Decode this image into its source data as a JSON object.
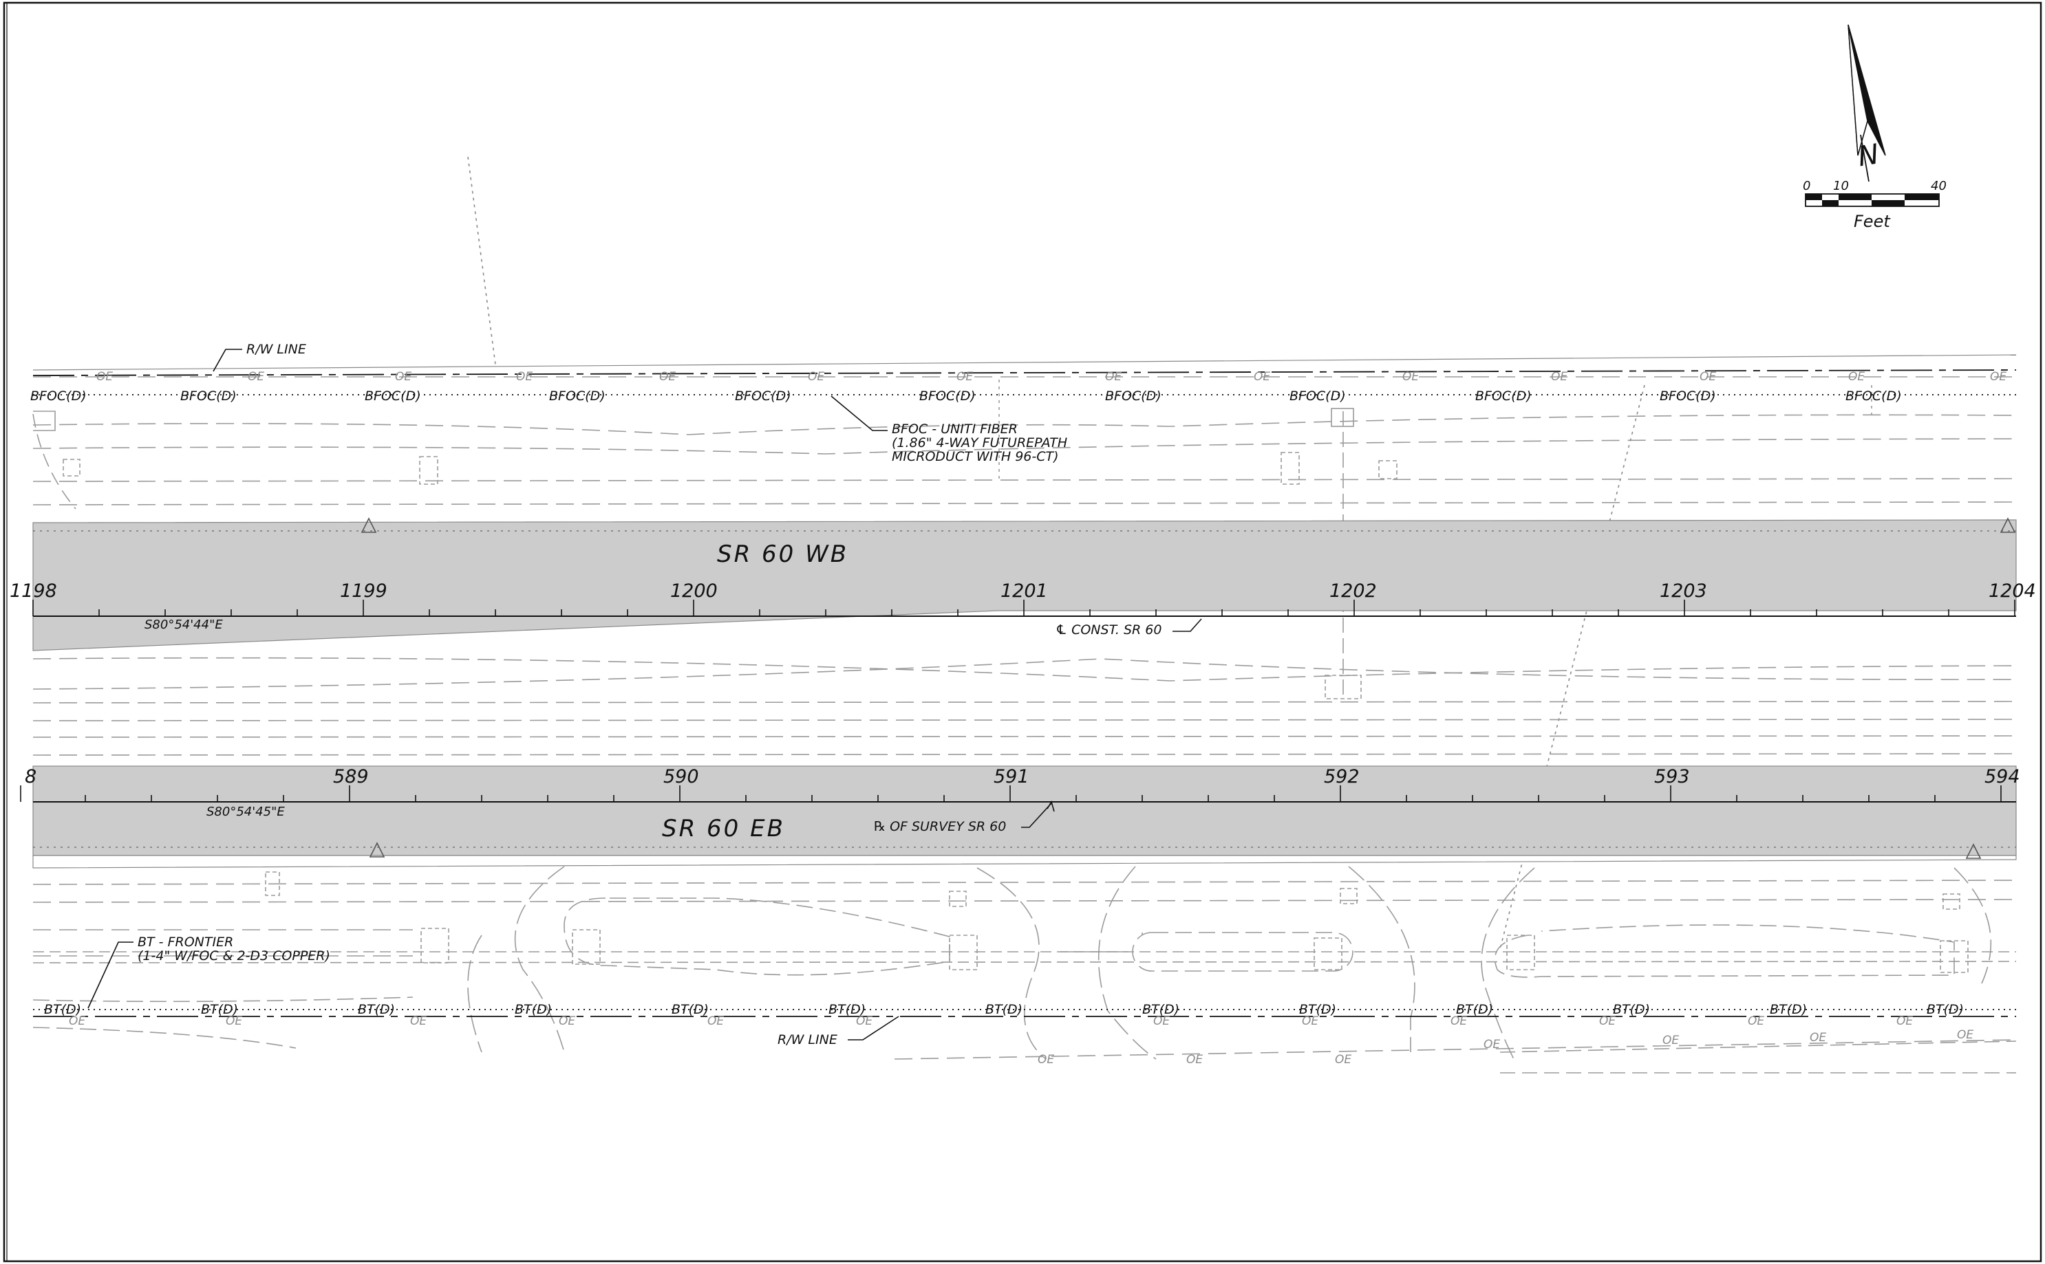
{
  "row_labels": {
    "wb_road": "SR 60 WB",
    "eb_road": "SR 60 EB"
  },
  "stations_top": [
    "1198",
    "1199",
    "1200",
    "1201",
    "1202",
    "1203",
    "1204"
  ],
  "stations_bottom": [
    "8",
    "589",
    "590",
    "591",
    "592",
    "593",
    "594"
  ],
  "bearings": {
    "top": "S80°54'44\"E",
    "bottom": "S80°54'45\"E"
  },
  "callouts": {
    "rw_top": "R/W LINE",
    "rw_bottom": "R/W LINE",
    "const_cl": "℄ CONST. SR 60",
    "survey_cl": "℞ OF SURVEY SR 60",
    "bfoc_1": "BFOC - UNITI FIBER",
    "bfoc_2": "(1.86\" 4-WAY FUTUREPATH",
    "bfoc_3": "MICRODUCT WITH 96-CT)",
    "bt_1": "BT - FRONTIER",
    "bt_2": "(1-4\" W/FOC & 2-D3 COPPER)"
  },
  "utility_tags": {
    "bfoc": "BFOC(D)",
    "bt": "BT(D)",
    "oe": "OE"
  },
  "scale_bar": {
    "label_0": "0",
    "label_10": "10",
    "label_40": "40",
    "units": "Feet"
  },
  "north_arrow": {
    "letter": "N"
  },
  "colors": {
    "road_fill": "#cccccc",
    "faint_line": "#9a9a9a",
    "ink": "#111111"
  }
}
